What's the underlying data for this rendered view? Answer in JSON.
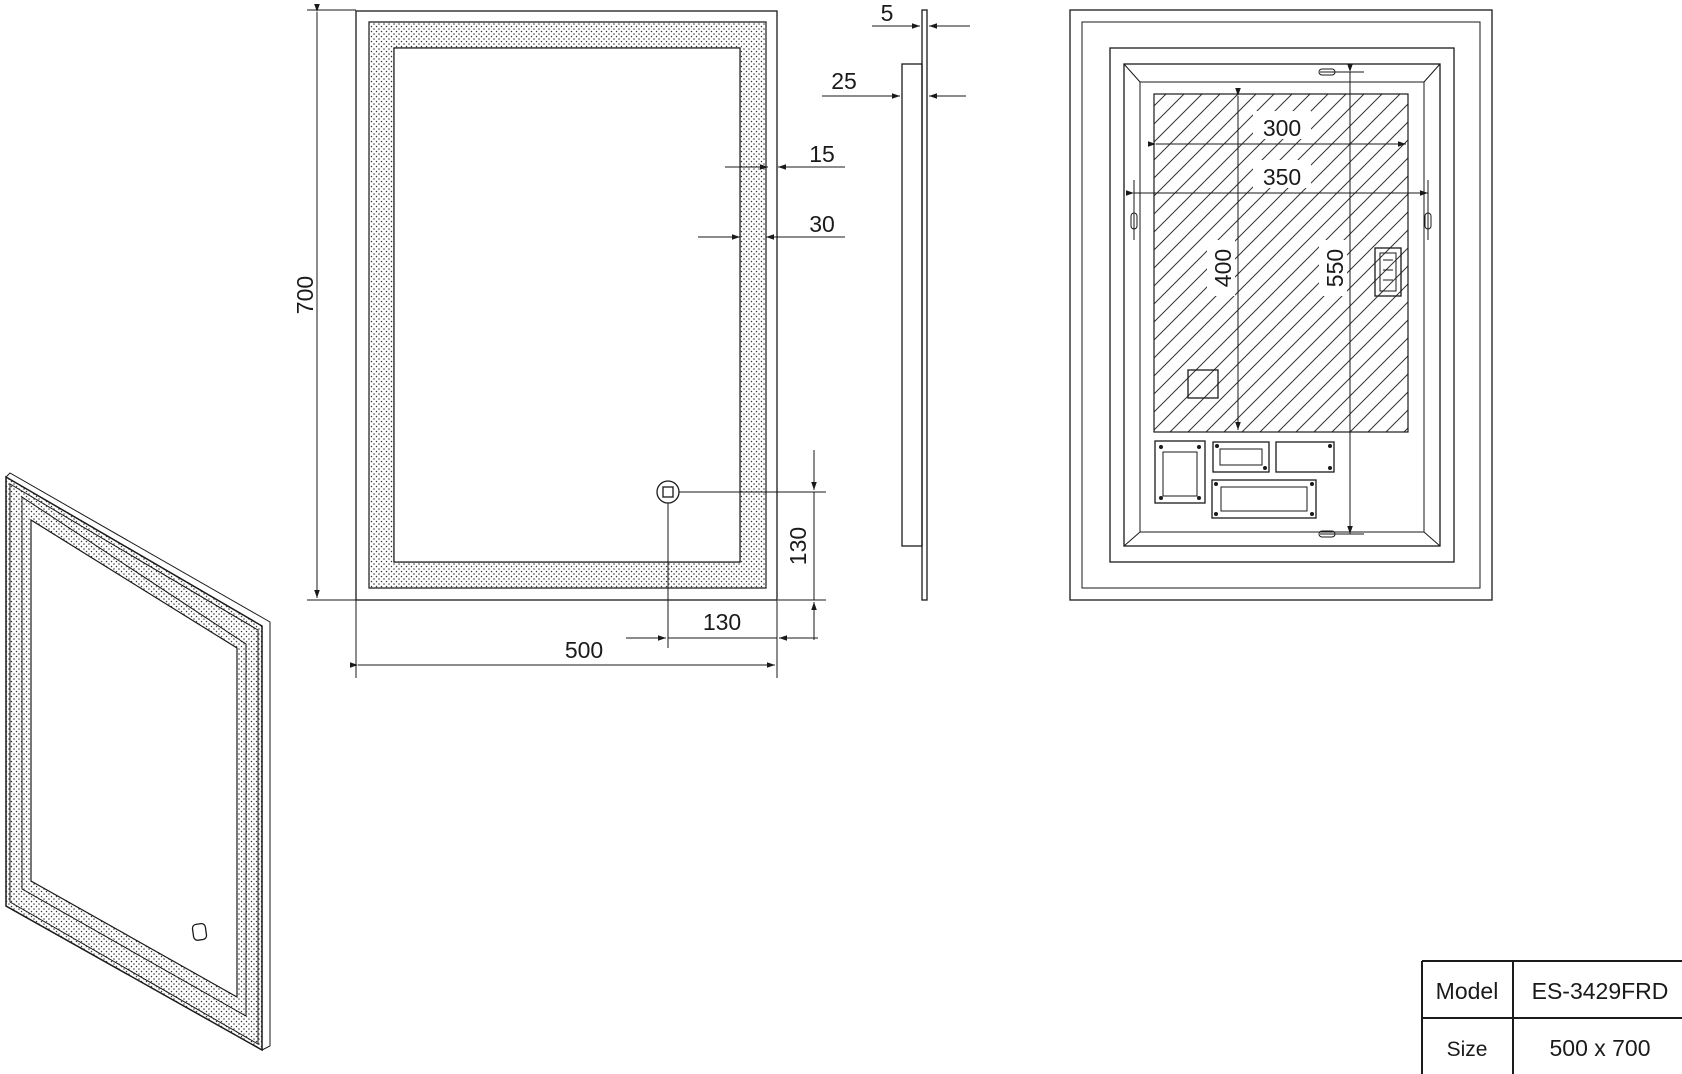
{
  "front_view": {
    "height_label": "700",
    "width_label": "500",
    "frame_15_label": "15",
    "frame_30_label": "30",
    "switch_x_label": "130",
    "switch_y_label": "130"
  },
  "side_view": {
    "glass_label": "5",
    "depth_label": "25"
  },
  "rear_view": {
    "width_300_label": "300",
    "width_350_label": "350",
    "height_400_label": "400",
    "height_550_label": "550"
  },
  "spec_table": {
    "model_label": "Model",
    "model_value": "ES-3429FRD",
    "size_label": "Size",
    "size_value": "500 x 700"
  }
}
